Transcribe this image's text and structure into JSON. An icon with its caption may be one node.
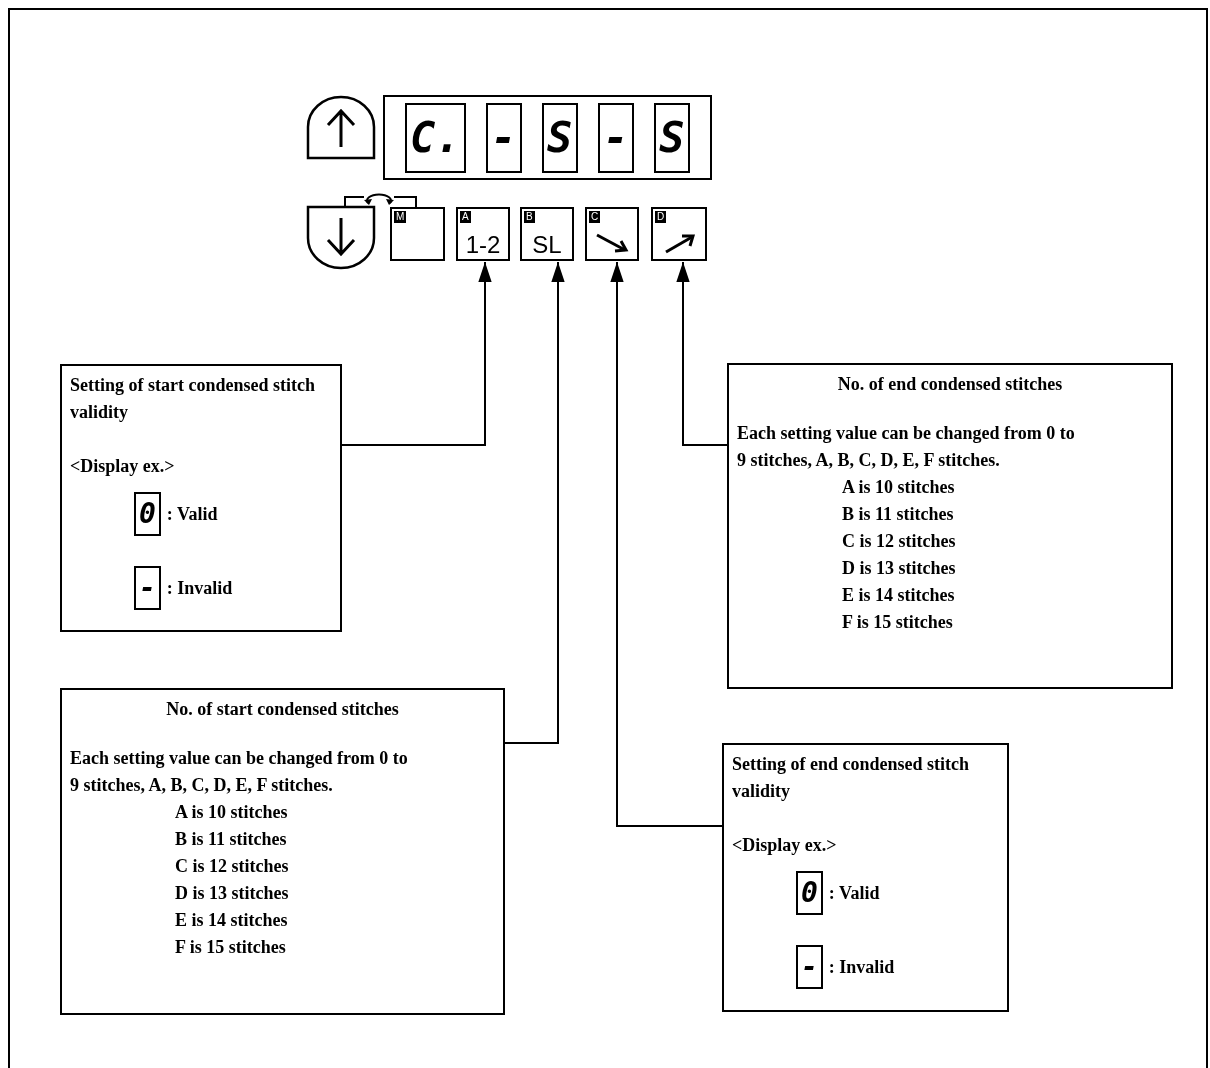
{
  "diagram": {
    "nodes": [
      {
        "text": [
          "M"
        ]
      },
      {
        "text": [
          "A",
          "1-2"
        ]
      },
      {
        "text": [
          "B",
          "SL"
        ]
      },
      {
        "text": [
          "C"
        ]
      },
      {
        "text": [
          "D"
        ]
      },
      {
        "text": [
          "Setting of start condensed stitch validity",
          "<Display ex.>",
          "0",
          ": Valid",
          "-",
          ": Invalid"
        ]
      },
      {
        "text": [
          "No. of end condensed stitches",
          "Each setting value can be changed from 0 to 9 stitches, A, B, C, D, E, F stitches.",
          "A is 10 stitches",
          "B is 11 stitches",
          "C is 12 stitches",
          "D is 13 stitches",
          "E is 14 stitches",
          "F is 15 stitches"
        ]
      },
      {
        "text": [
          "No. of start condensed stitches",
          "Each setting value can be changed from 0 to 9 stitches, A, B, C, D, E, F stitches.",
          "A is 10 stitches",
          "B is 11 stitches",
          "C is 12 stitches",
          "D is 13 stitches",
          "E is 14 stitches",
          "F is 15 stitches"
        ]
      },
      {
        "text": [
          "Setting of end condensed stitch validity",
          "<Display ex.>",
          "0",
          ": Valid",
          "-",
          ": Invalid"
        ]
      }
    ],
    "edges": [
      {
        "from": 5,
        "to": 1,
        "arrow": "to"
      },
      {
        "from": 7,
        "to": 2,
        "arrow": "to"
      },
      {
        "from": 8,
        "to": 3,
        "arrow": "to"
      },
      {
        "from": 6,
        "to": 4,
        "arrow": "to"
      }
    ],
    "labels": [
      "C.",
      "-",
      "S",
      "-",
      "S"
    ]
  }
}
